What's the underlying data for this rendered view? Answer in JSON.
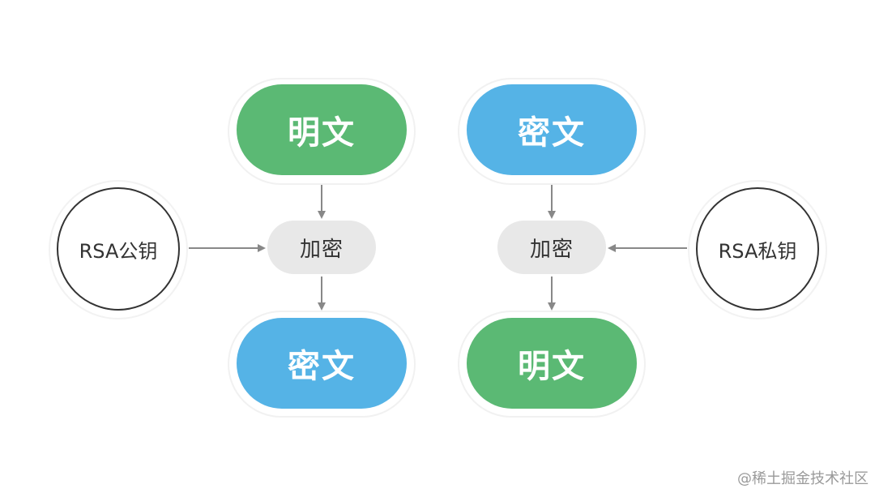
{
  "left_flow": {
    "top_node": "明文",
    "operation": "加密",
    "bottom_node": "密文",
    "key": "RSA公钥"
  },
  "right_flow": {
    "top_node": "密文",
    "operation": "加密",
    "bottom_node": "明文",
    "key": "RSA私钥"
  },
  "watermark": "@稀土掘金技术社区",
  "colors": {
    "plaintext": "#5bb974",
    "ciphertext": "#55b3e6",
    "operation": "#e8e8e8",
    "arrow": "#888888"
  }
}
